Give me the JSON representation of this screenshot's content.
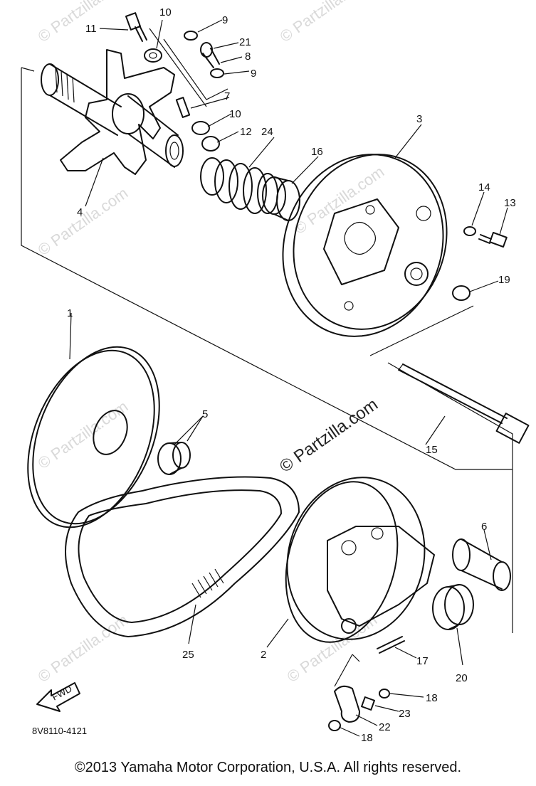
{
  "diagram": {
    "watermark_text": "© Partzilla.com",
    "watermark_center_text": "© Partzilla.com",
    "fwd_label": "FWD",
    "drawing_code": "8V8110-4121",
    "callouts": {
      "c1": "1",
      "c2": "2",
      "c3": "3",
      "c4": "4",
      "c5": "5",
      "c6": "6",
      "c7": "7",
      "c8": "8",
      "c9a": "9",
      "c9b": "9",
      "c10a": "10",
      "c10b": "10",
      "c11": "11",
      "c12": "12",
      "c13": "13",
      "c14": "14",
      "c15": "15",
      "c16": "16",
      "c17": "17",
      "c18a": "18",
      "c18b": "18",
      "c19": "19",
      "c20": "20",
      "c21": "21",
      "c22": "22",
      "c23": "23",
      "c24": "24",
      "c25": "25"
    }
  },
  "footer": {
    "copyright": "©2013  Yamaha Motor Corporation, U.S.A. All rights reserved."
  }
}
